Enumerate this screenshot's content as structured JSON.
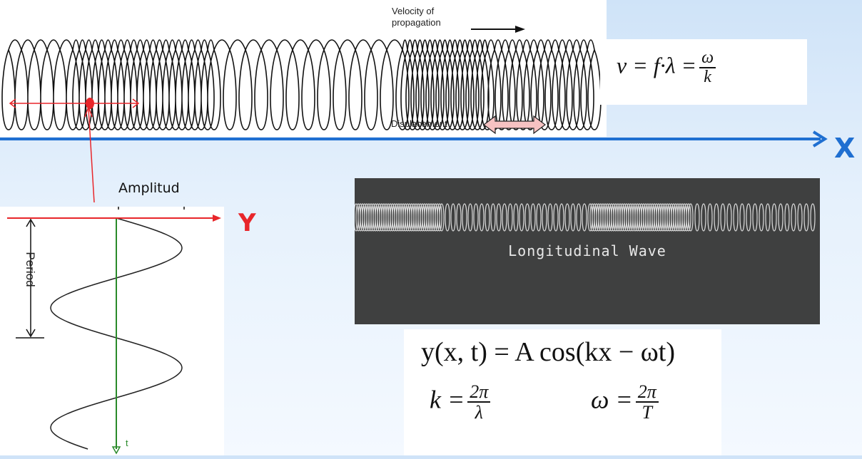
{
  "spring": {
    "velocity_label_1": "Velocity of",
    "velocity_label_2": "propagation",
    "displacement_label": "Displacement"
  },
  "formula_v": {
    "lhs": "v = f·λ =",
    "num": "ω",
    "den": "k"
  },
  "axes": {
    "x_label": "X",
    "y_label": "Y"
  },
  "graph": {
    "amplitude_label": "Amplitud",
    "period_label": "Period",
    "t_label": "t"
  },
  "video": {
    "caption": "Longitudinal Wave"
  },
  "formula_y": {
    "text": "y(x, t) = A cos(kx − ωt)"
  },
  "formula_k": {
    "lhs": "k =",
    "num": "2π",
    "den": "λ"
  },
  "formula_w": {
    "lhs": "ω =",
    "num": "2π",
    "den": "T"
  },
  "colors": {
    "x_axis": "#1f6fd1",
    "y_axis": "#e8262a",
    "marker": "#e8262a",
    "time_axis": "#2a8a2a",
    "displacement_arrow_fill": "#f6c2c2"
  }
}
